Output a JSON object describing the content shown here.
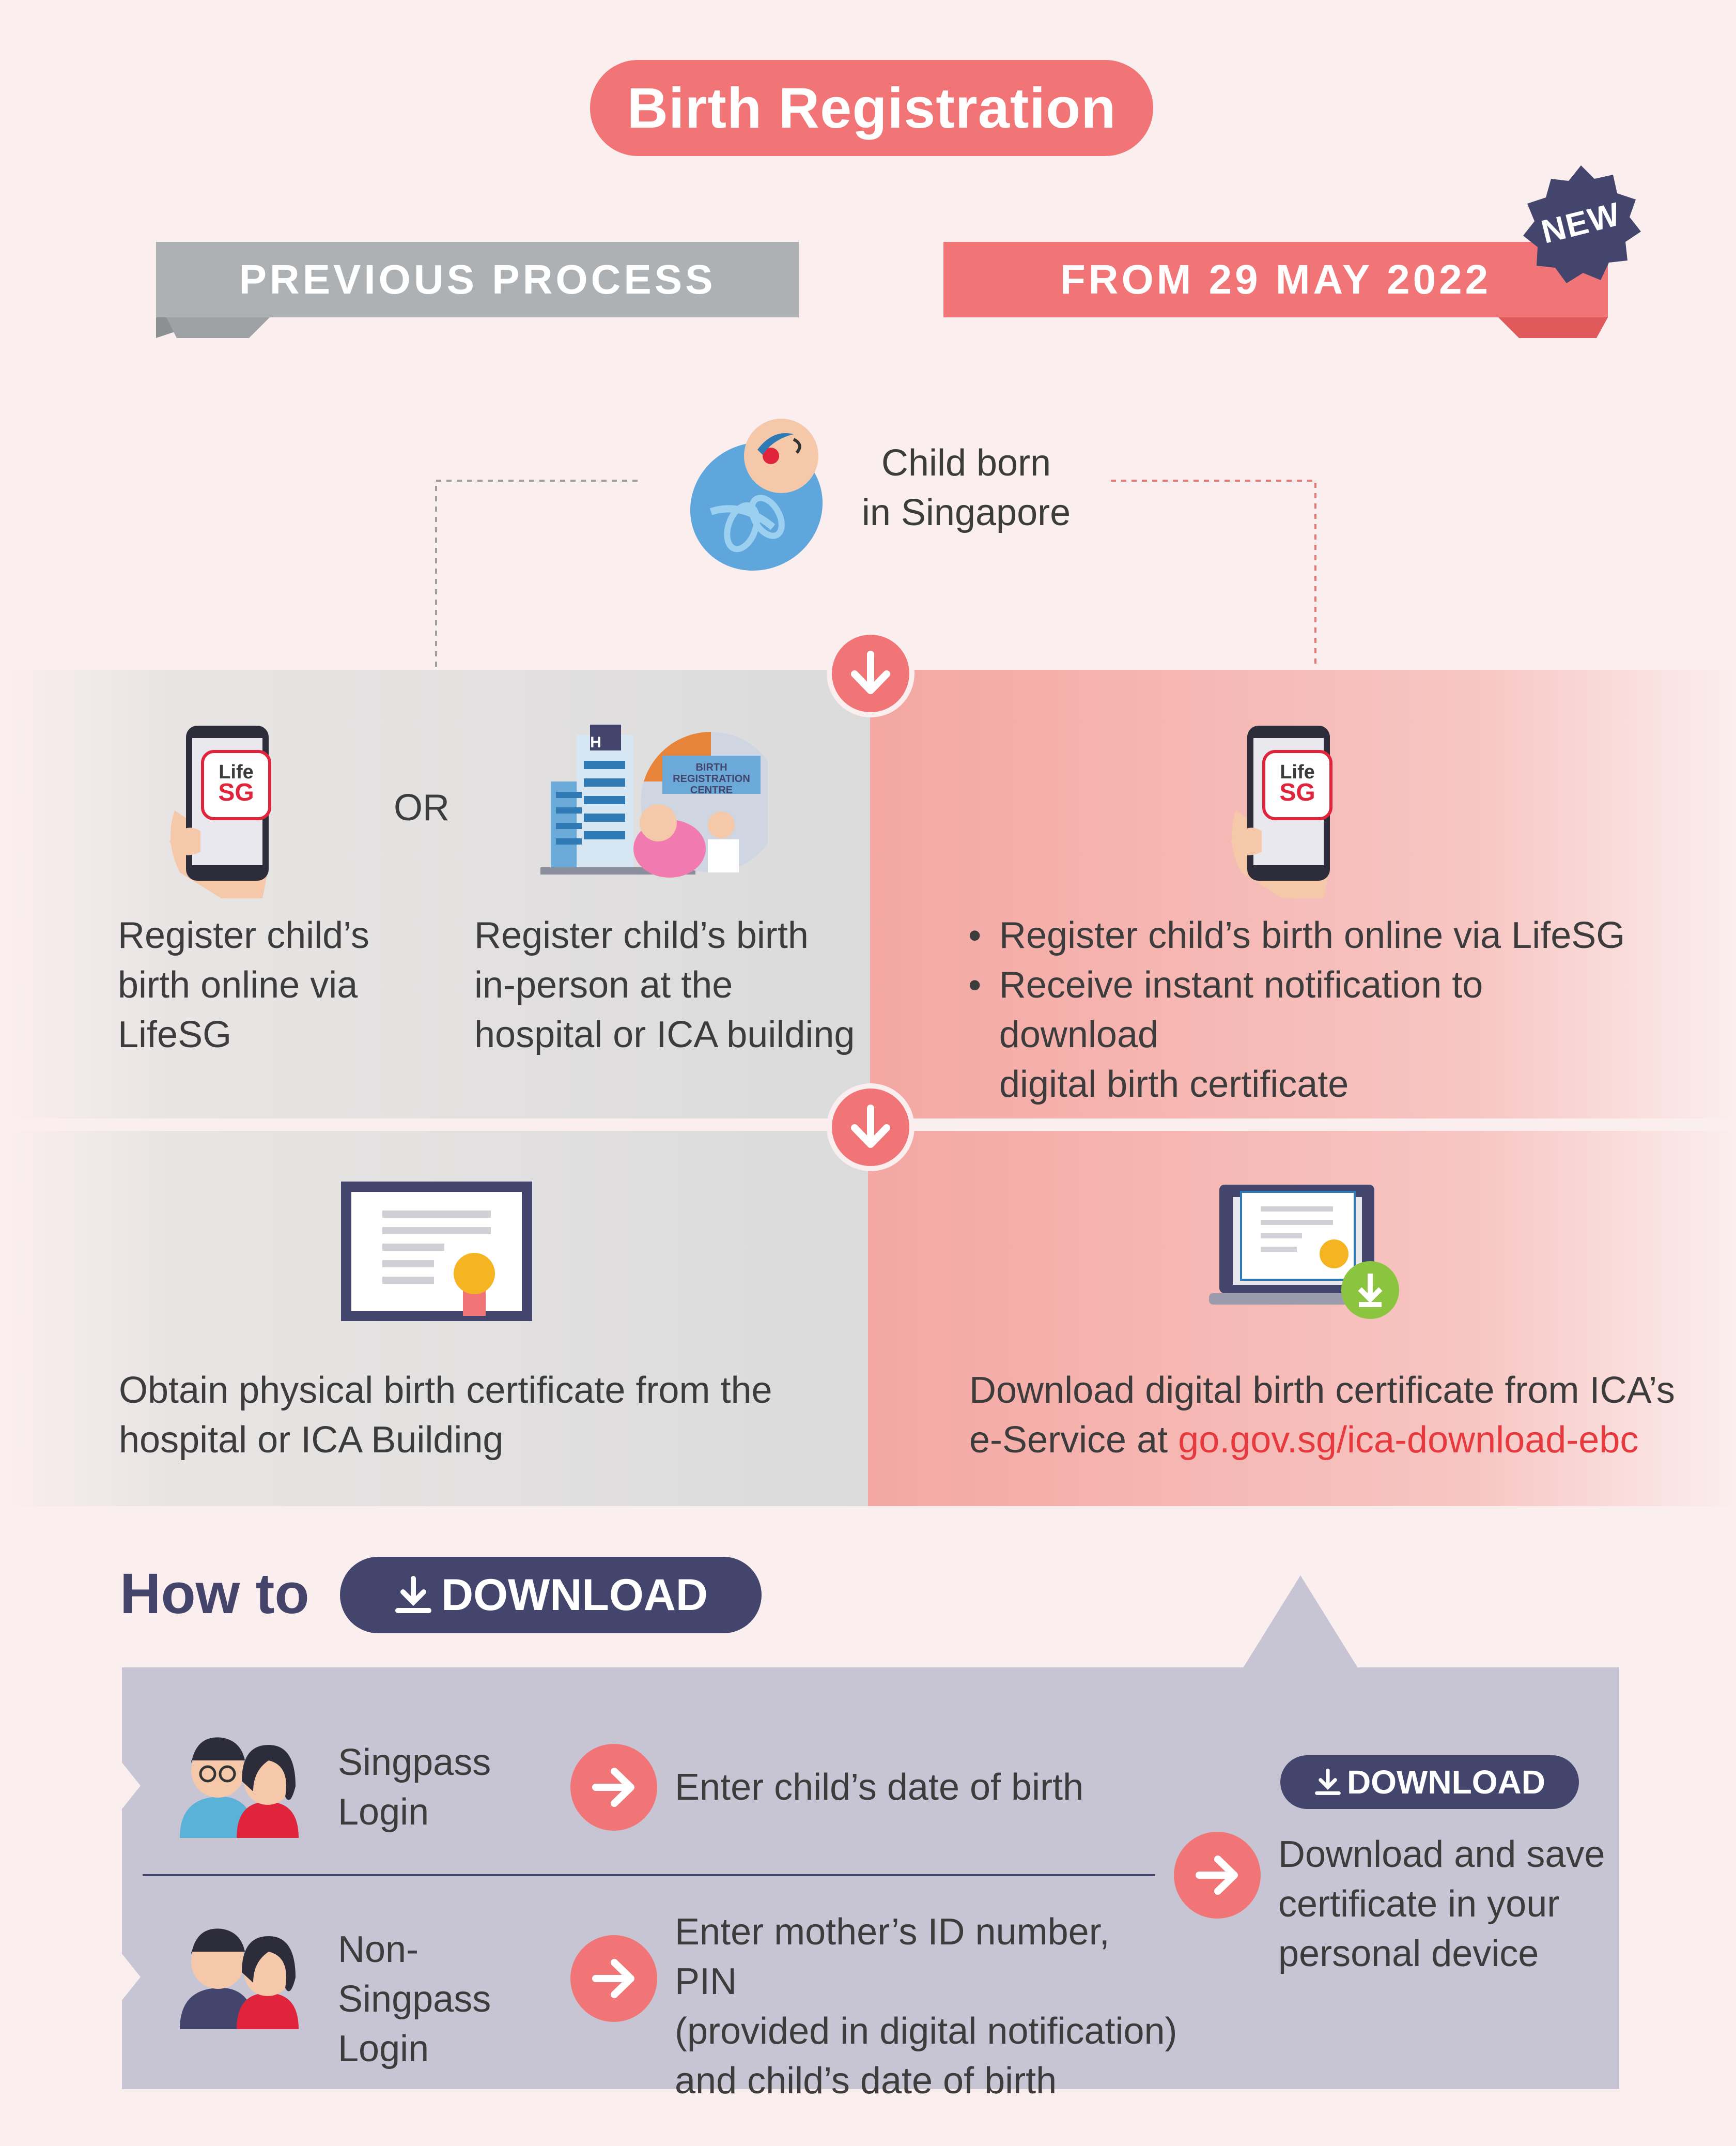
{
  "title": "Birth Registration",
  "ribbons": {
    "previous": "PREVIOUS PROCESS",
    "new": "FROM 29 MAY 2022",
    "new_badge": "NEW"
  },
  "child": {
    "line1": "Child born",
    "line2": "in Singapore"
  },
  "previous_step1": {
    "option_a": [
      "Register child’s",
      "birth online via",
      "LifeSG"
    ],
    "or_label": "OR",
    "option_b": [
      "Register child’s birth",
      "in-person at the",
      "hospital or ICA building"
    ],
    "building_sign": [
      "BIRTH",
      "REGISTRATION",
      "CENTRE"
    ],
    "hospital_letter": "H"
  },
  "new_step1": {
    "bullets": [
      "Register child’s birth online via LifeSG",
      "Receive instant notification to download",
      "digital birth certificate"
    ]
  },
  "app_logo": {
    "line1": "Life",
    "line2": "SG"
  },
  "previous_step2": {
    "text": [
      "Obtain physical birth certificate from the",
      "hospital or ICA Building"
    ]
  },
  "new_step2": {
    "line1": "Download digital birth certificate from ICA’s",
    "line2_prefix": "e-Service at ",
    "link": "go.gov.sg/ica-download-ebc"
  },
  "howto": {
    "label": "How to",
    "pill": "DOWNLOAD",
    "singpass_label": [
      "Singpass",
      "Login"
    ],
    "singpass_step": "Enter child’s date of birth",
    "nonsingpass_label": [
      "Non-Singpass",
      "Login"
    ],
    "nonsingpass_step": [
      "Enter mother’s ID number, PIN",
      "(provided in digital notification)",
      "and child’s date of birth"
    ],
    "final_pill": "DOWNLOAD",
    "final_text": [
      "Download and save",
      "certificate in your",
      "personal device"
    ]
  },
  "colors": {
    "accent": "#f17576",
    "navy": "#44456d",
    "grey_ribbon": "#aeb1b3",
    "link": "#e63a3f"
  }
}
